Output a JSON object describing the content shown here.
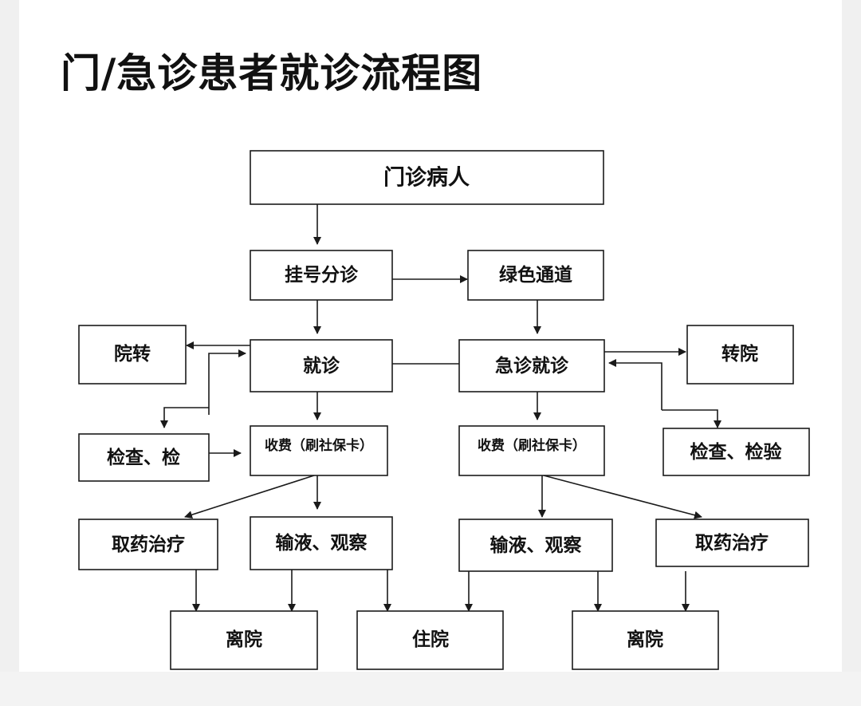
{
  "title": "门/急诊患者就诊流程图",
  "nodes": {
    "outpatient": "门诊病人",
    "register": "挂号分诊",
    "green_channel": "绿色通道",
    "transfer_left": "院转",
    "consult": "就诊",
    "emergency_consult": "急诊就诊",
    "transfer_right": "转院",
    "exam_left": "检查、检",
    "pay_left": "收费（刷社保卡）",
    "pay_right": "收费（刷社保卡）",
    "exam_right": "检查、检验",
    "medicine_left": "取药治疗",
    "infusion_left": "输液、观察",
    "infusion_right": "输液、观察",
    "medicine_right": "取药治疗",
    "discharge_left": "离院",
    "hospitalize": "住院",
    "discharge_right": "离院"
  }
}
